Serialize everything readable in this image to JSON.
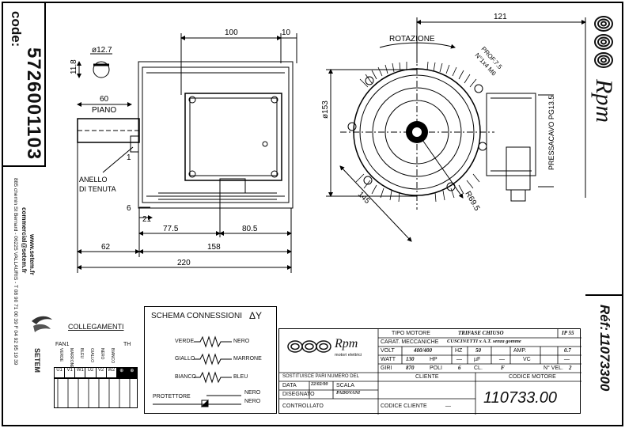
{
  "code_label": "code:",
  "code_value": "5726001103",
  "address": {
    "line1": "885 chemin St Bernard - 06225 VALLAURIS - T 08 90 71 00 39 F 04 92 95 19 39",
    "email": "commercial@setem.fr",
    "web": "www.setem.fr"
  },
  "ref": {
    "label": "Réf:",
    "value": "11073300"
  },
  "brand": {
    "name": "Rpm",
    "tagline": "motori elettrici"
  },
  "drawing": {
    "dims": [
      "100",
      "10",
      "121",
      "11.8",
      "ø12.7",
      "60",
      "PIANO",
      "1",
      "6",
      "21",
      "77.5",
      "80.5",
      "62",
      "158",
      "220",
      "ø153",
      "145",
      "R69.5"
    ],
    "labels": {
      "rotazione": "ROTAZIONE",
      "prof": "PROF.7.5",
      "thread": "N°1x4 M6",
      "anello_1": "ANELLO",
      "anello_2": "DI TENUTA",
      "pressacavo": "PRESSACAVO PG13.5"
    }
  },
  "collegamenti": {
    "title": "COLLEGAMENTI",
    "fan": "FAN1",
    "th": "TH",
    "wire_colors": [
      "VERDE",
      "MARRONE",
      "BLEU",
      "GIALLO",
      "NERO",
      "BIANCO"
    ],
    "terminals": [
      "U1",
      "V1",
      "W1",
      "U2",
      "V2",
      "W2",
      "⊕",
      "⊕"
    ]
  },
  "schema": {
    "title": "SCHEMA CONNESSIONI",
    "symbol": "ΔY",
    "left": [
      "VERDE",
      "GIALLO",
      "BIANCO"
    ],
    "right": [
      "NERO",
      "MARRONE",
      "BLEU"
    ],
    "protettore": "PROTETTORE",
    "prot_wires": [
      "NERO",
      "NERO"
    ]
  },
  "titleblock": {
    "tipo_motore_lbl": "TIPO MOTORE",
    "tipo_motore_val": "TRIFASE CHIUSO",
    "ip": "IP 55",
    "carat_lbl": "CARAT. MECCANICHE",
    "carat_val": "CUSCINETTI x A.T. senza gomme",
    "volt_lbl": "VOLT",
    "volt_val": "400/400",
    "hz_lbl": "HZ",
    "hz_val": "50",
    "amp_lbl": "AMP.",
    "amp_val": "0.7",
    "watt_lbl": "WATT",
    "watt_val": "130",
    "hp_lbl": "HP",
    "hp_val": "—",
    "uf_lbl": "µF",
    "uf_val": "—",
    "vc_lbl": "VC",
    "vc_val": "—",
    "giri_lbl": "GIRI",
    "giri_val": "870",
    "poli_lbl": "POLI",
    "poli_val": "6",
    "cl_lbl": "CL.",
    "cl_val": "F",
    "nvel_lbl": "N° VEL.",
    "nvel_val": "2",
    "sostituisce": "SOSTITUISCE PARI NUMERO DEL",
    "data_lbl": "DATA",
    "data_val": "22/02/00",
    "scala_lbl": "SCALA",
    "disegnato_lbl": "DISEGNATO",
    "disegnato_val": "PADOVANI",
    "controllato_lbl": "CONTROLLATO",
    "cliente_lbl": "CLIENTE",
    "codice_cliente_lbl": "CODICE CLIENTE",
    "codice_cliente_val": "—",
    "codice_motore_lbl": "CODICE MOTORE",
    "codice_motore_val": "110733.00"
  }
}
